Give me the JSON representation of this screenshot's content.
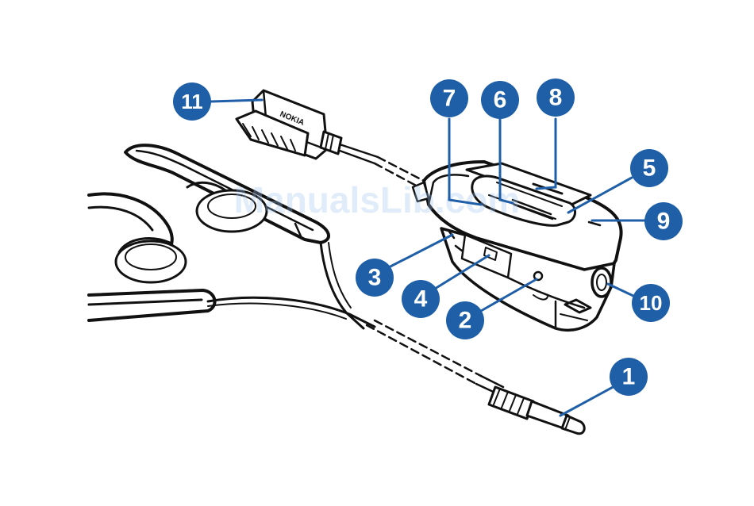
{
  "colors": {
    "callout": "#1f5fa8",
    "leader": "#1f5fa8",
    "ink": "#111111",
    "watermark": "#9fc3ef"
  },
  "connector_brand": "NOKIA",
  "watermark": "ManualsLib.com",
  "callouts": [
    {
      "id": "1",
      "label": "1"
    },
    {
      "id": "2",
      "label": "2"
    },
    {
      "id": "3",
      "label": "3"
    },
    {
      "id": "4",
      "label": "4"
    },
    {
      "id": "5",
      "label": "5"
    },
    {
      "id": "6",
      "label": "6"
    },
    {
      "id": "7",
      "label": "7"
    },
    {
      "id": "8",
      "label": "8"
    },
    {
      "id": "9",
      "label": "9"
    },
    {
      "id": "10",
      "label": "10"
    },
    {
      "id": "11",
      "label": "11"
    }
  ]
}
